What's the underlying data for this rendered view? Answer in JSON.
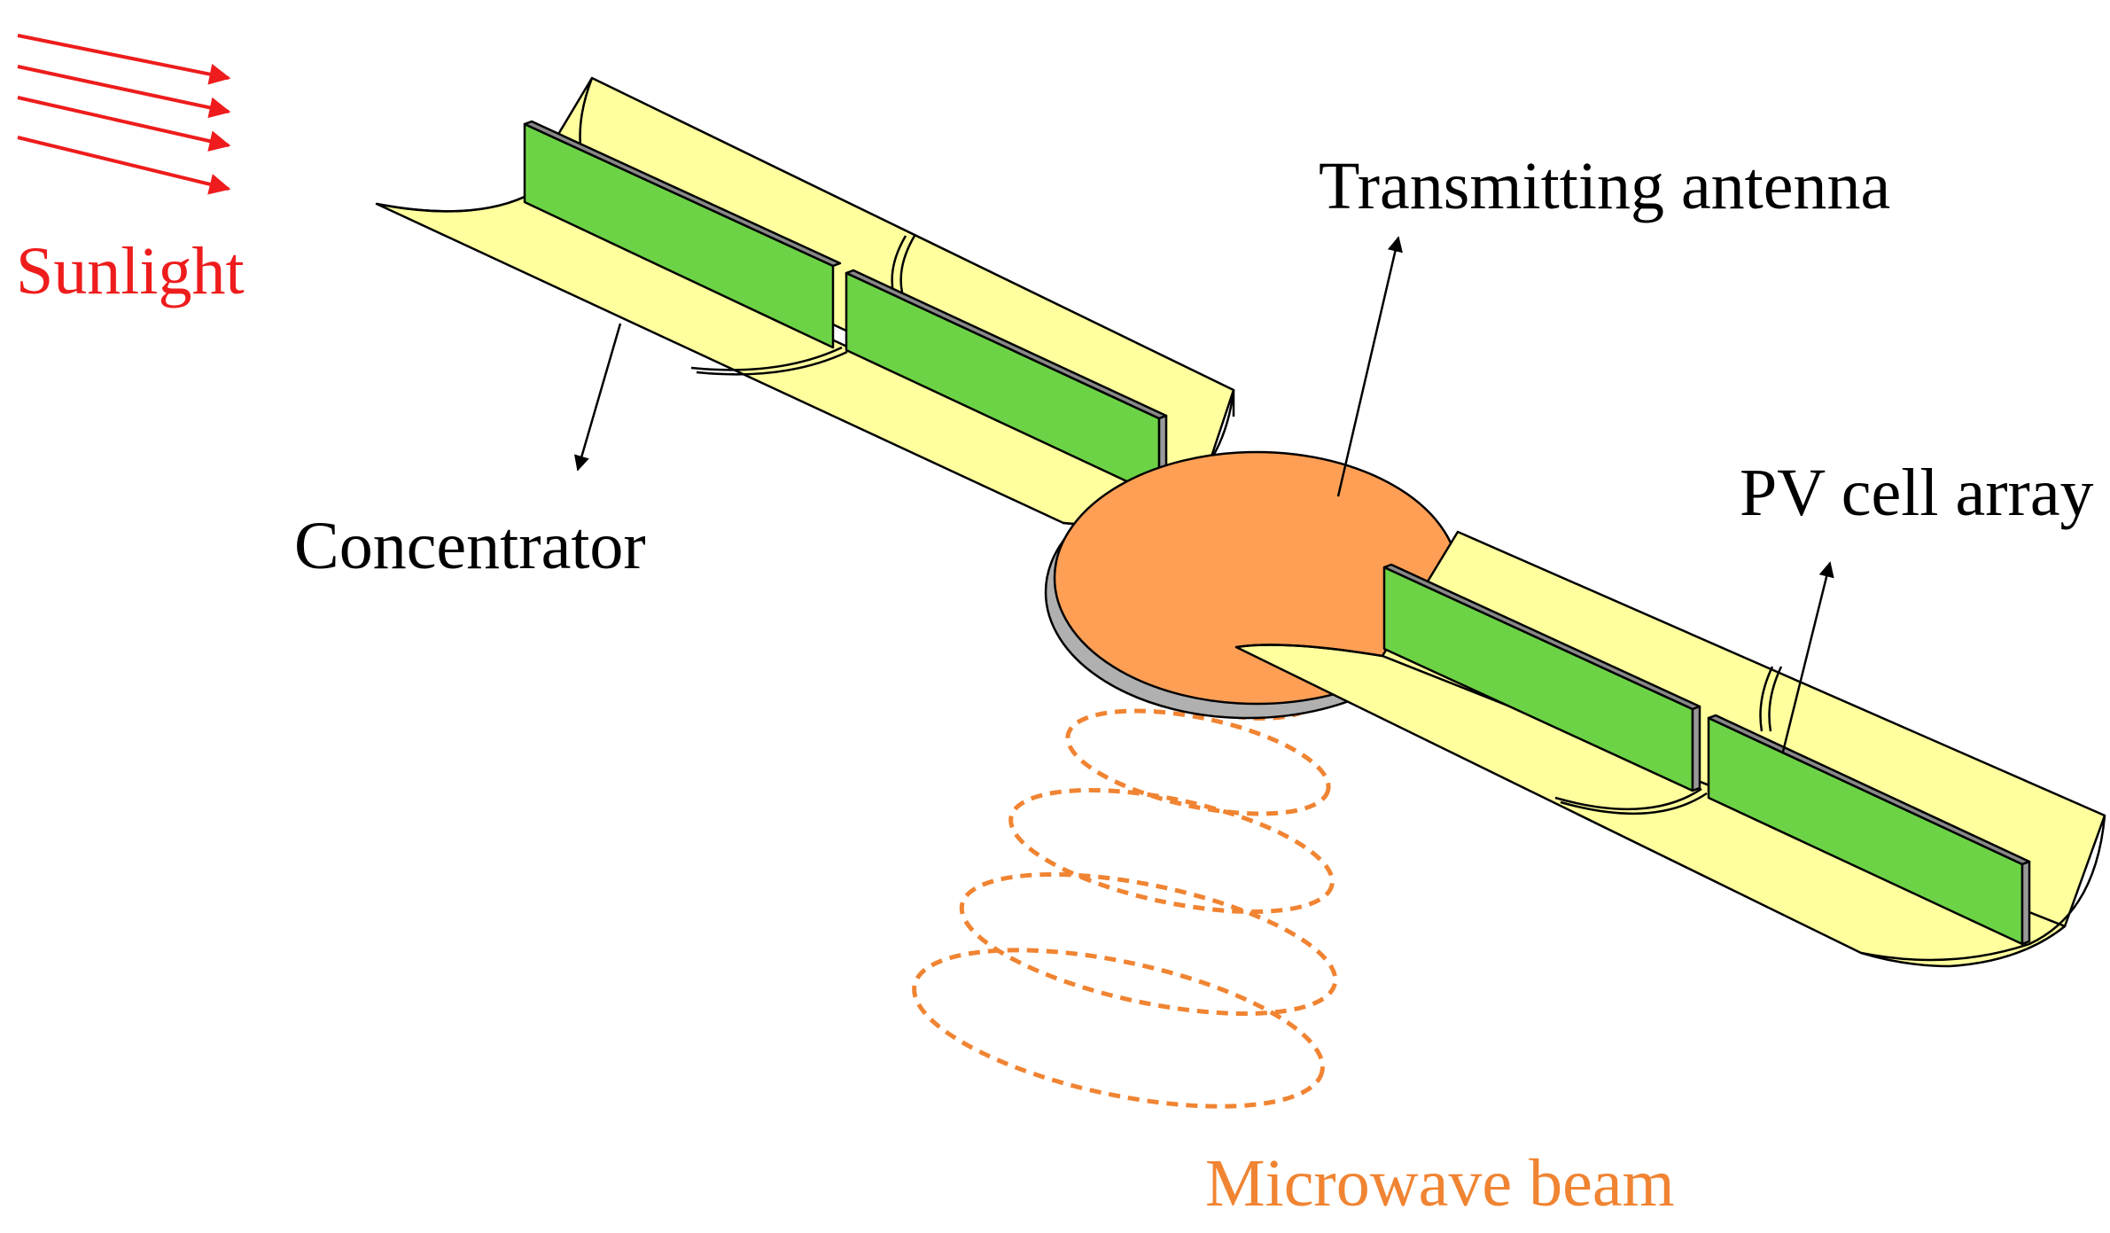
{
  "labels": {
    "sunlight": "Sunlight",
    "concentrator": "Concentrator",
    "transmitting_antenna": "Transmitting antenna",
    "pv_cell_array": "PV cell array",
    "microwave_beam": "Microwave beam"
  },
  "colors": {
    "sunlight": "#ee1c1c",
    "concentrator_fill": "#ffff9e",
    "pv_cell_fill": "#6dd346",
    "antenna_fill": "#ff9f55",
    "antenna_edge": "#b0b0b0",
    "microwave": "#f08432",
    "text": "#000000",
    "outline": "#000000"
  }
}
